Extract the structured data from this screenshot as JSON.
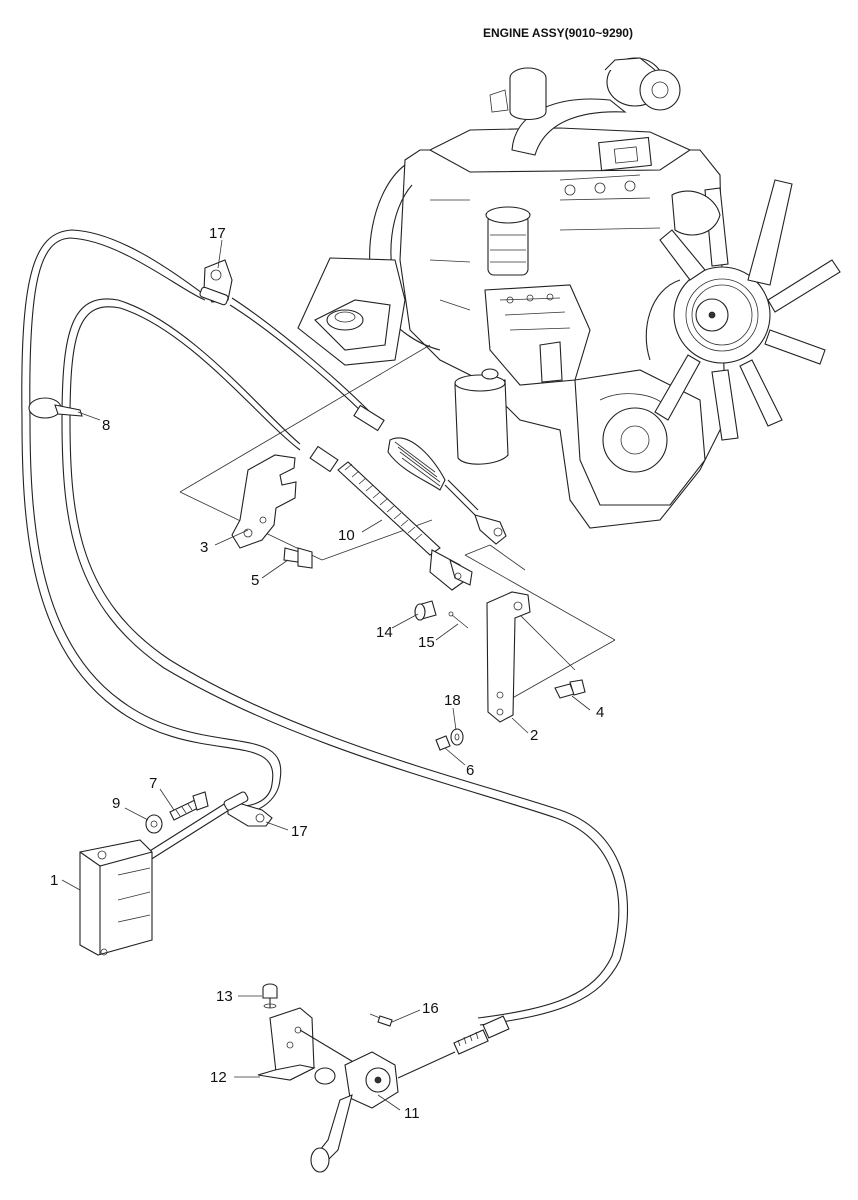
{
  "title": "ENGINE ASSY(9010~9290)",
  "callouts": [
    {
      "id": "c1",
      "label": "1"
    },
    {
      "id": "c2",
      "label": "2"
    },
    {
      "id": "c3",
      "label": "3"
    },
    {
      "id": "c4",
      "label": "4"
    },
    {
      "id": "c5",
      "label": "5"
    },
    {
      "id": "c6",
      "label": "6"
    },
    {
      "id": "c7",
      "label": "7"
    },
    {
      "id": "c8",
      "label": "8"
    },
    {
      "id": "c9",
      "label": "9"
    },
    {
      "id": "c10",
      "label": "10"
    },
    {
      "id": "c11",
      "label": "11"
    },
    {
      "id": "c12",
      "label": "12"
    },
    {
      "id": "c13",
      "label": "13"
    },
    {
      "id": "c14",
      "label": "14"
    },
    {
      "id": "c15",
      "label": "15"
    },
    {
      "id": "c16",
      "label": "16"
    },
    {
      "id": "c17a",
      "label": "17"
    },
    {
      "id": "c17b",
      "label": "17"
    },
    {
      "id": "c18",
      "label": "18"
    }
  ]
}
